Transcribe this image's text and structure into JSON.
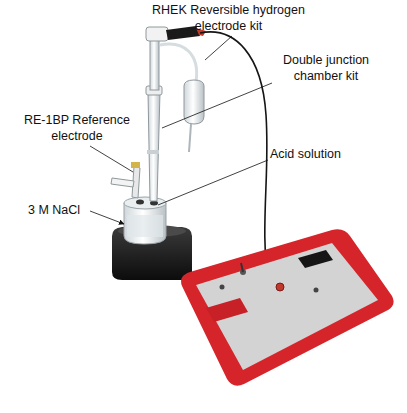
{
  "diagram": {
    "labels": [
      "RHEK Reversible hydrogen electrode kit",
      "Double junction chamber kit",
      "RE-1BP Reference electrode",
      "Acid solution",
      "3 M NaCl"
    ]
  }
}
